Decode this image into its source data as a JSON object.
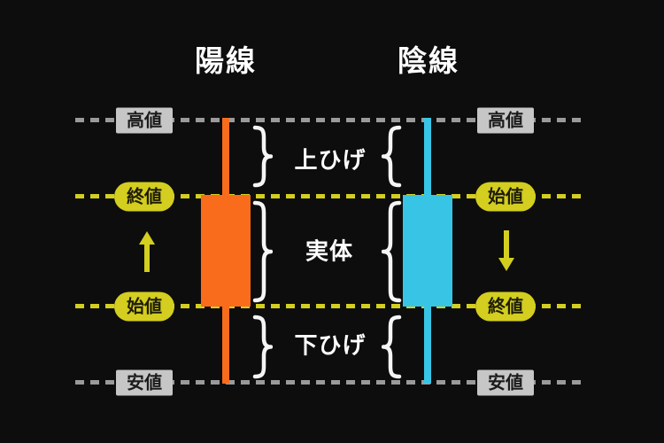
{
  "diagram": {
    "bullish_title": "陽線",
    "bearish_title": "陰線",
    "upper_shadow_label": "上ひげ",
    "body_label": "実体",
    "lower_shadow_label": "下ひげ",
    "bullish": {
      "high": "高値",
      "close": "終値",
      "open": "始値",
      "low": "安値"
    },
    "bearish": {
      "high": "高値",
      "open": "始値",
      "close": "終値",
      "low": "安値"
    },
    "colors": {
      "background": "#0d0d0d",
      "bullish_candle": "#f96c1c",
      "bearish_candle": "#38c5e5",
      "price_label_yellow": "#d3ce1f",
      "extreme_label_gray": "#c6c6c6",
      "gray_dash": "#9a9a9a",
      "text_white": "#ffffff"
    }
  }
}
